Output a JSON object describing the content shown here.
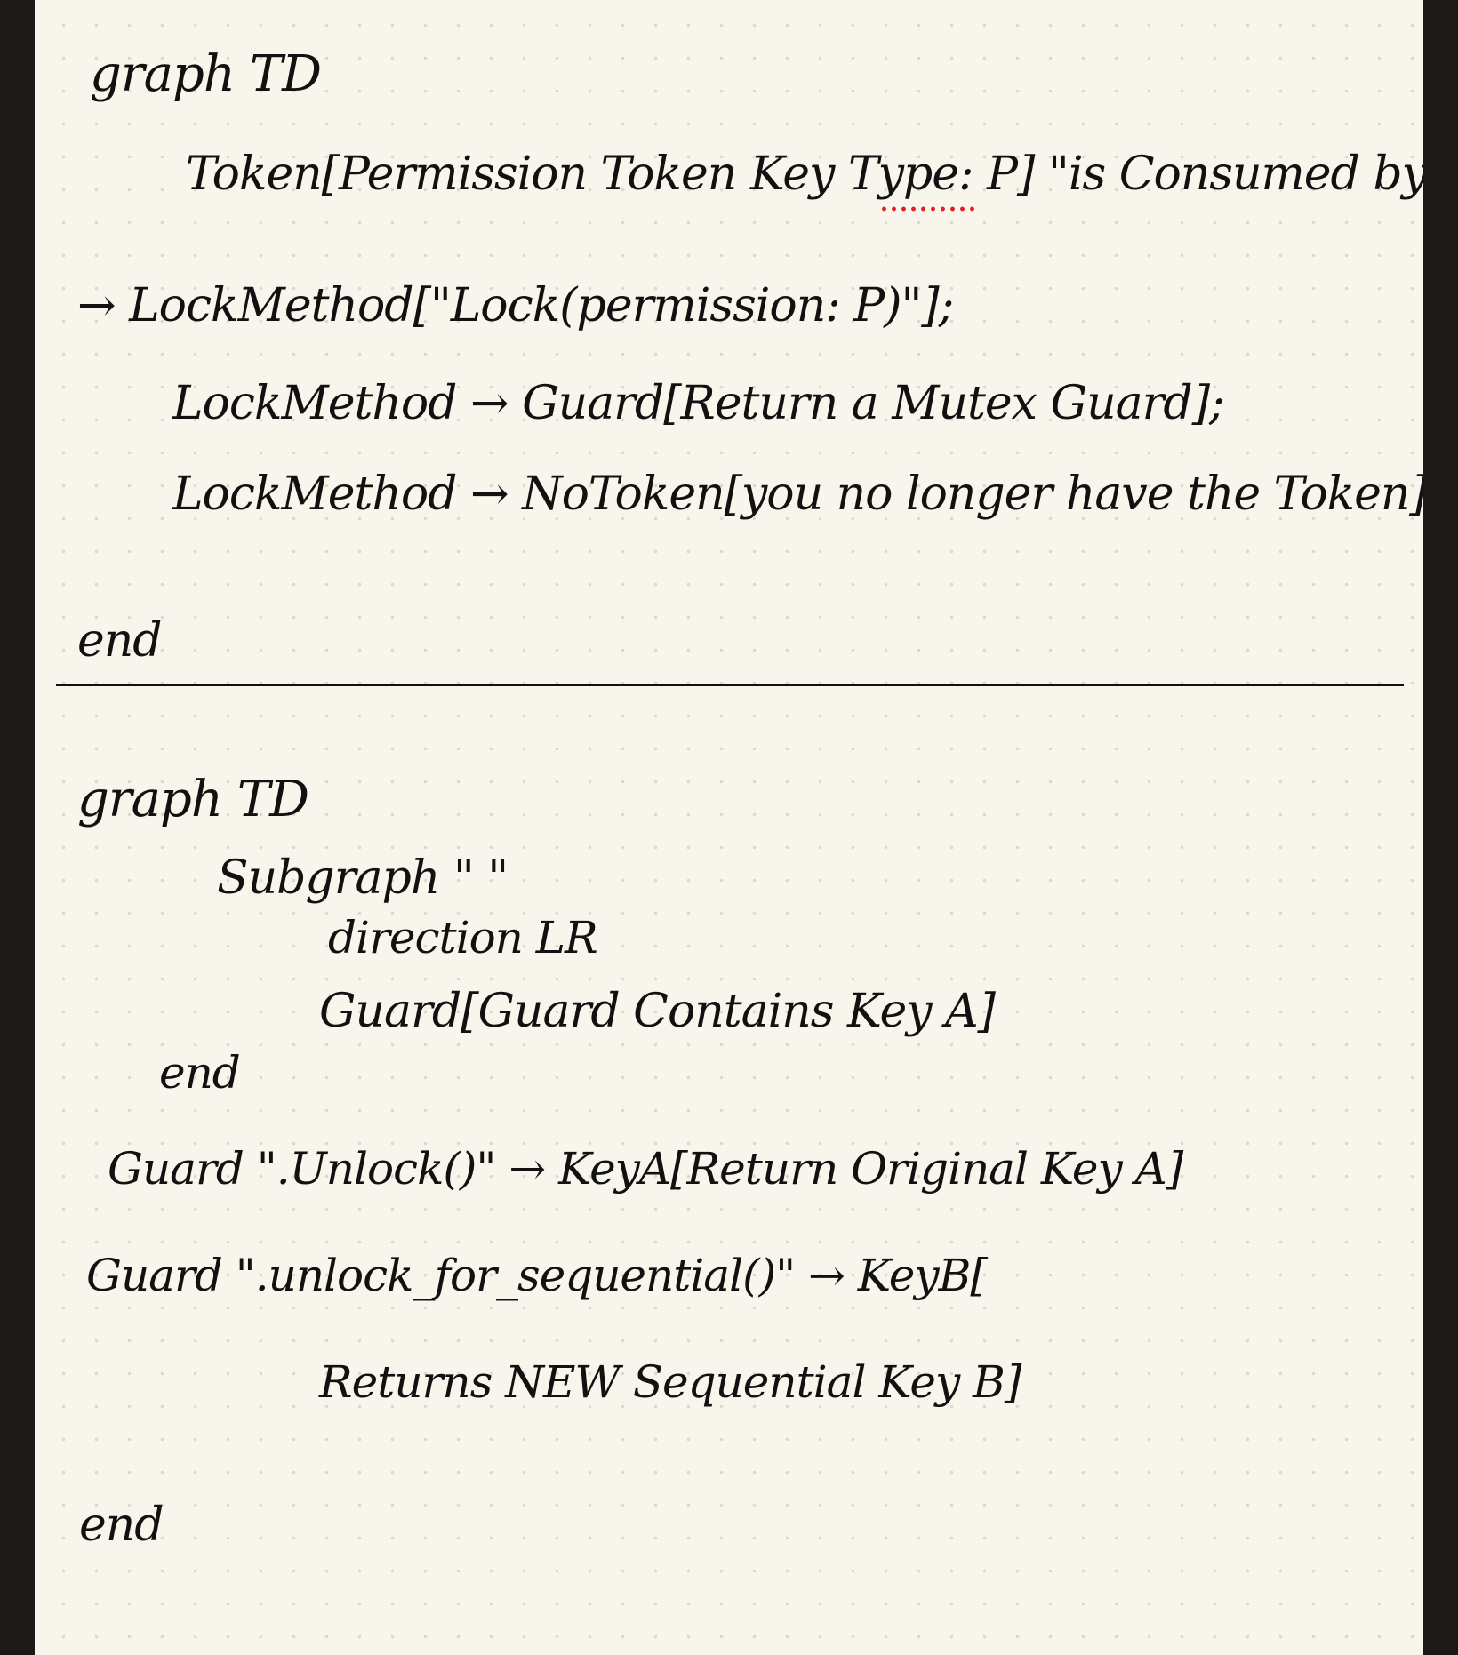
{
  "notes": {
    "block1": {
      "line1": "graph TD",
      "line2": "Token[Permission Token Key Type: P] \"is Consumed by\"",
      "line3": "→ LockMethod[\"Lock(permission: P)\"];",
      "line4": "LockMethod → Guard[Return a Mutex Guard];",
      "line5": "LockMethod → NoToken[you no longer have the Token]",
      "line6": "end"
    },
    "block2": {
      "line1": "graph TD",
      "line2": "Subgraph \" \"",
      "line3": "direction LR",
      "line4": "Guard[Guard Contains Key A]",
      "line5": "end",
      "line6": "Guard \".Unlock()\" → KeyA[Return Original Key A]",
      "line7": "Guard \".unlock_for_sequential()\" → KeyB[",
      "line8": "Returns NEW Sequential Key B]",
      "line9": "end"
    }
  },
  "colors": {
    "paper": "#f8f6ec",
    "ink": "#111111",
    "spellcheck": "#e02020",
    "margin": "#1c1a19"
  }
}
